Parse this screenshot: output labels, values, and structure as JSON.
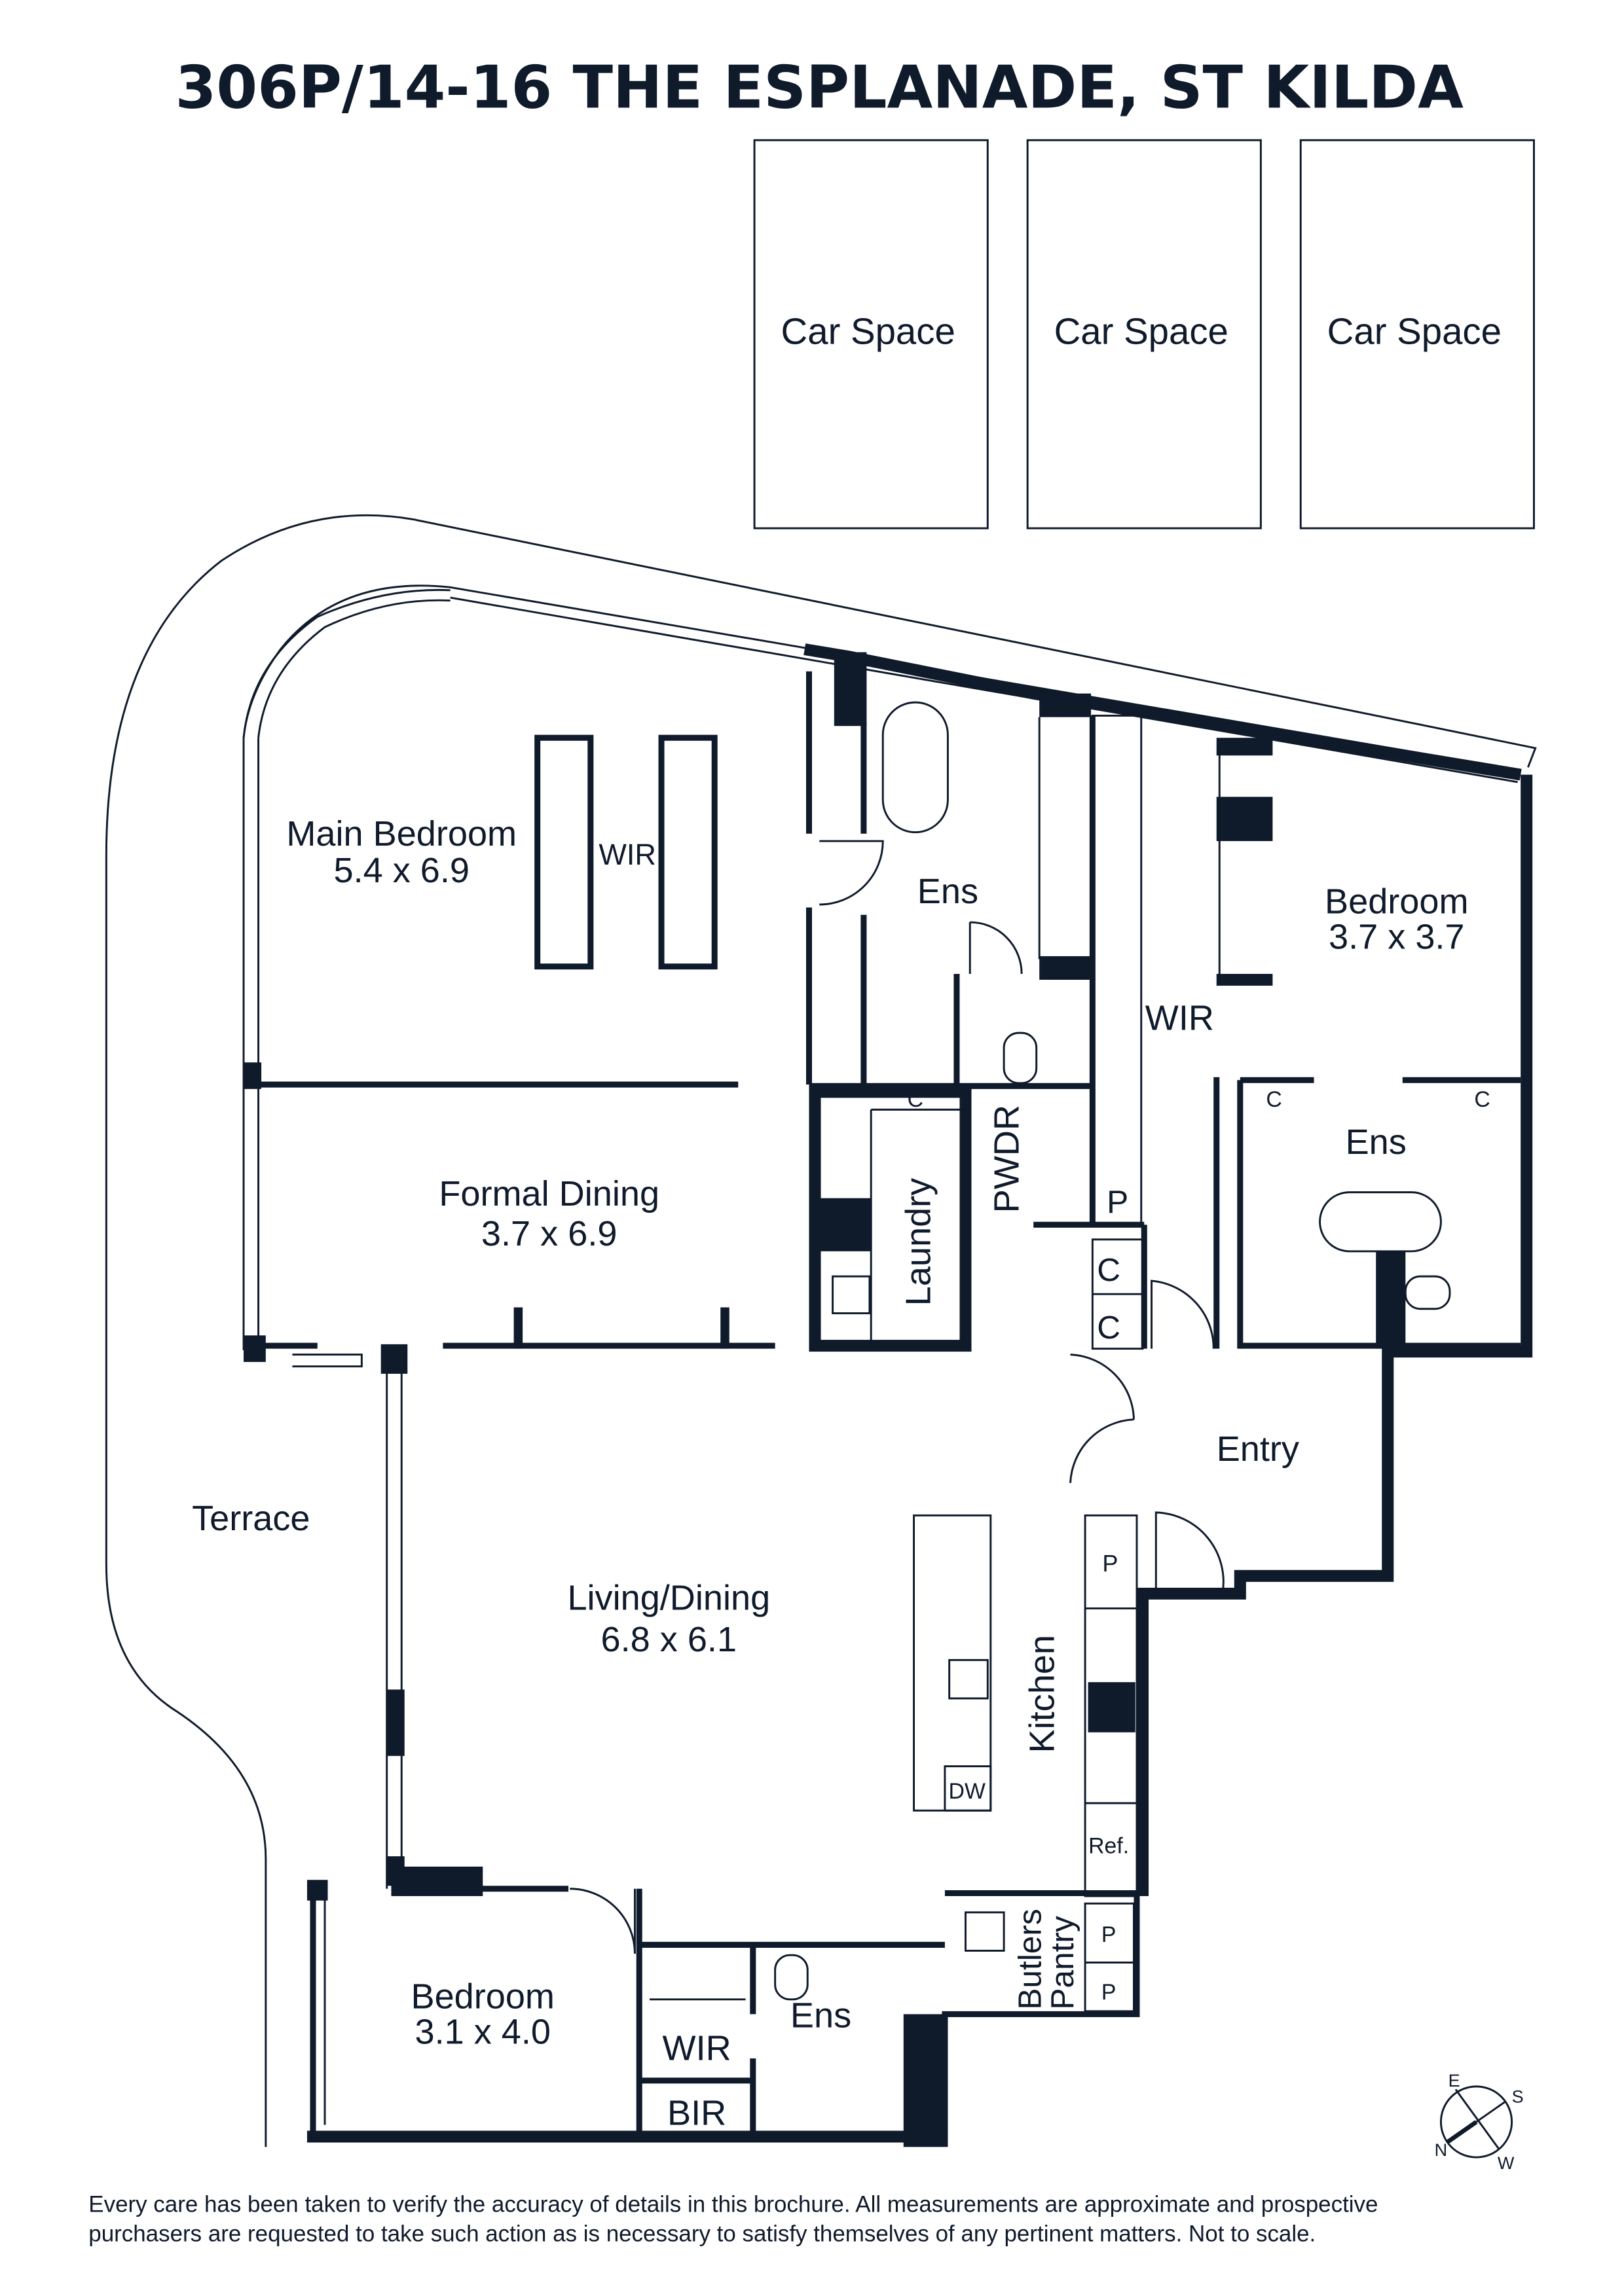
{
  "title": "306P/14-16 THE ESPLANADE, ST KILDA",
  "car_spaces": [
    "Car Space",
    "Car Space",
    "Car Space"
  ],
  "rooms": {
    "main_bedroom": {
      "name": "Main Bedroom",
      "dims": "5.4 x 6.9"
    },
    "formal_dining": {
      "name": "Formal Dining",
      "dims": "3.7 x 6.9"
    },
    "bedroom_2": {
      "name": "Bedroom",
      "dims": "3.7 x 3.7"
    },
    "living_dining": {
      "name": "Living/Dining",
      "dims": "6.8 x 6.1"
    },
    "bedroom_3": {
      "name": "Bedroom",
      "dims": "3.1 x 4.0"
    },
    "terrace": "Terrace",
    "entry": "Entry",
    "kitchen": "Kitchen",
    "laundry": "Laundry",
    "pwdr": "PWDR",
    "butlers_pantry_1": "Butlers",
    "butlers_pantry_2": "Pantry",
    "ens_main": "Ens",
    "ens_bed2": "Ens",
    "ens_bed3": "Ens",
    "wir_main": "WIR",
    "wir_hall": "WIR",
    "wir_bed3": "WIR",
    "bir_bed3": "BIR"
  },
  "fixtures": {
    "c": "C",
    "p": "P",
    "ref": "Ref.",
    "dw": "DW"
  },
  "compass": {
    "n": "N",
    "e": "E",
    "s": "S",
    "w": "W"
  },
  "disclaimer": [
    "Every care has been taken to verify the accuracy of details in this brochure. All measurements are approximate and prospective",
    "purchasers are requested to take such action as is necessary to satisfy themselves of any pertinent matters. Not to scale."
  ],
  "colors": {
    "ink": "#0f1a2b",
    "background": "#ffffff"
  }
}
